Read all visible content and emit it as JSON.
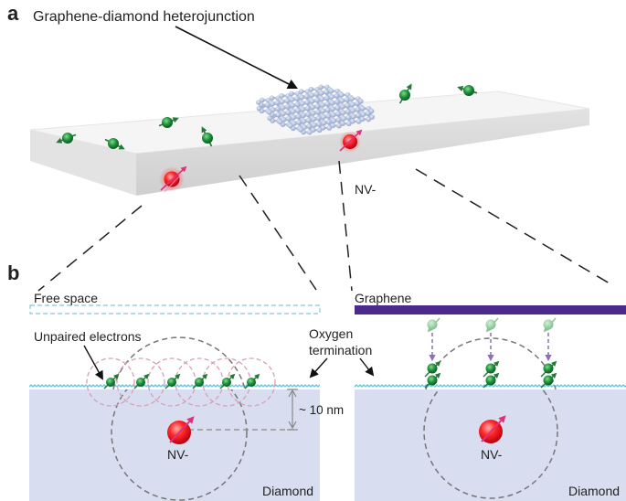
{
  "panels": {
    "a": "a",
    "b": "b"
  },
  "labels": {
    "heterojunction": "Graphene-diamond heterojunction",
    "nv_top": "NV-",
    "free_space": "Free space",
    "graphene": "Graphene",
    "unpaired_electrons": "Unpaired electrons",
    "oxygen_termination_line1": "Oxygen",
    "oxygen_termination_line2": "termination",
    "depth": "~ 10 nm",
    "nv_left": "NV-",
    "nv_right": "NV-",
    "diamond_left": "Diamond",
    "diamond_right": "Diamond"
  },
  "colors": {
    "diamond_fill": "#d8deef",
    "slab_top": "#f4f4f4",
    "graphene_bar": "#4b2a8c",
    "graphene_lattice": "#a9b8d8",
    "free_space_outline": "#7ec8e3",
    "termination_wave": "#5bc4d6",
    "electron_green": "#1f8a3a",
    "nv_red": "#e8202a",
    "spin_pink": "#e0307a",
    "dashed_circle": "#777777",
    "electron_circle": "#d8a0b4",
    "transfer_arrow": "#8a70b8"
  }
}
